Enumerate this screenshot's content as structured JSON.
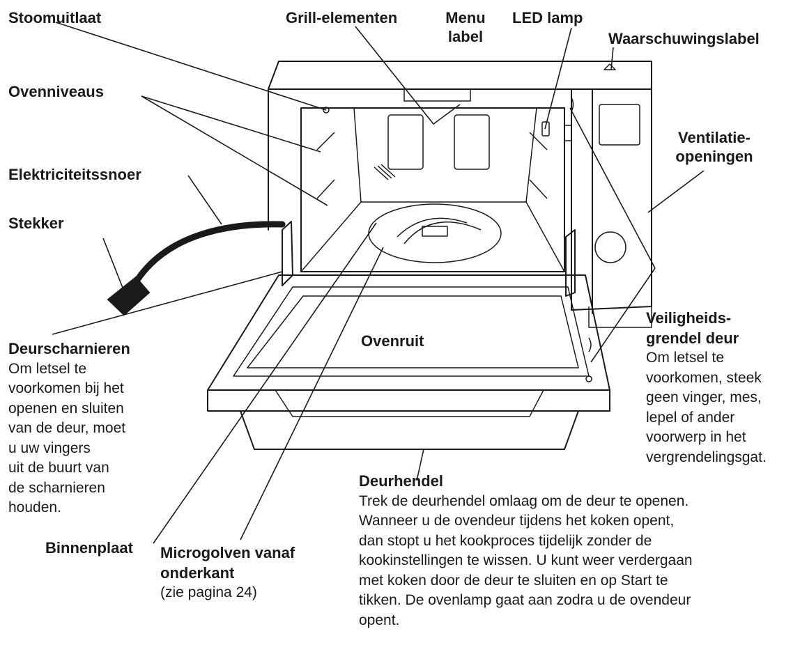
{
  "labels": {
    "stoomuitlaat": "Stoomuitlaat",
    "grill": "Grill-elementen",
    "menu": [
      "Menu",
      "label"
    ],
    "led": "LED lamp",
    "waarschuwing": "Waarschuwingslabel",
    "ovenniveaus": "Ovenniveaus",
    "ventilatie": [
      "Ventilatie-",
      "openingen"
    ],
    "snoer": "Elektriciteitssnoer",
    "stekker": "Stekker",
    "ovenruit": "Ovenruit",
    "binnenplaat": "Binnenplaat",
    "microgolven": [
      "Microgolven vanaf",
      "onderkant"
    ],
    "microgolven_ref": "(zie pagina 24)"
  },
  "scharnieren": {
    "title": "Deurscharnieren",
    "lines": [
      "Om letsel te",
      "voorkomen bij het",
      "openen en sluiten",
      "van de deur, moet",
      "u uw vingers",
      "uit de buurt van",
      "de scharnieren",
      "houden."
    ]
  },
  "grendel": {
    "title": [
      "Veiligheids-",
      "grendel deur"
    ],
    "lines": [
      "Om letsel te",
      "voorkomen, steek",
      "geen vinger, mes,",
      "lepel of ander",
      "voorwerp in het",
      "vergrendelingsgat."
    ]
  },
  "deurhendel": {
    "title": "Deurhendel",
    "lines": [
      "Trek de deurhendel omlaag om de deur te openen.",
      "Wanneer u de ovendeur tijdens het koken opent,",
      "dan stopt u het kookproces tijdelijk zonder de",
      "kookinstellingen te wissen. U kunt weer verdergaan",
      "met koken door de deur te sluiten en op Start te",
      "tikken. De ovenlamp gaat aan zodra u de ovendeur",
      "opent."
    ]
  }
}
